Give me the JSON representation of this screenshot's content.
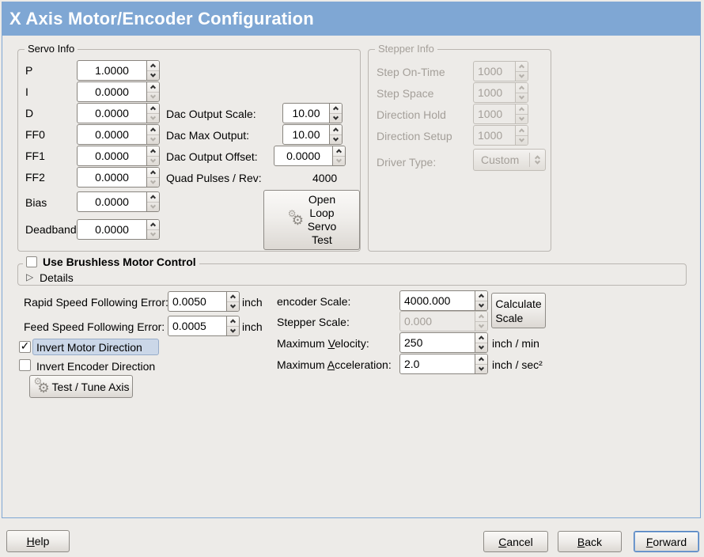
{
  "header": {
    "title": "X Axis Motor/Encoder Configuration"
  },
  "icons": {
    "expander_collapsed": "▷",
    "check": "✓",
    "gear": "⚙"
  },
  "colors": {
    "titlebar_blue": "#7FA7D4",
    "window_bg": "#EDEBE8",
    "focus_highlight_bg": "#CBD7E8",
    "disabled_text": "#A49F99"
  },
  "servo_info": {
    "frame_label": "Servo Info",
    "rows": [
      {
        "label": "P",
        "value": "1.0000"
      },
      {
        "label": "I",
        "value": "0.0000"
      },
      {
        "label": "D",
        "value": "0.0000"
      },
      {
        "label": "FF0",
        "value": "0.0000"
      },
      {
        "label": "FF1",
        "value": "0.0000"
      },
      {
        "label": "FF2",
        "value": "0.0000"
      },
      {
        "label": "Bias",
        "value": "0.0000"
      },
      {
        "label": "Deadband",
        "value": "0.0000"
      }
    ]
  },
  "dac": {
    "rows": [
      {
        "label": "Dac Output Scale:",
        "value": "10.00"
      },
      {
        "label": "Dac Max Output:",
        "value": "10.00"
      },
      {
        "label": "Dac Output Offset:",
        "value": "0.0000"
      }
    ],
    "quad_label": "Quad Pulses / Rev:",
    "quad_value": "4000",
    "open_loop_lines": {
      "l0": "Open",
      "l1": "Loop",
      "l2": "Servo",
      "l3": "Test"
    }
  },
  "stepper_info": {
    "frame_label": "Stepper Info",
    "rows": [
      {
        "label": "Step On-Time",
        "value": "1000"
      },
      {
        "label": "Step Space",
        "value": "1000"
      },
      {
        "label": "Direction Hold",
        "value": "1000"
      },
      {
        "label": "Direction Setup",
        "value": "1000"
      }
    ],
    "driver_type_label": "Driver Type:",
    "driver_type_value": "Custom"
  },
  "brushless": {
    "checkbox_label": "Use Brushless Motor Control",
    "checked": false,
    "details_label": "Details"
  },
  "following_error": {
    "rows": [
      {
        "label": "Rapid Speed Following Error:",
        "value": "0.0050",
        "unit": "inch"
      },
      {
        "label": "Feed Speed Following Error:",
        "value": "0.0005",
        "unit": "inch"
      }
    ]
  },
  "direction": {
    "invert_motor_label": "Invert Motor Direction",
    "invert_motor_checked": true,
    "invert_encoder_label": "Invert Encoder Direction",
    "invert_encoder_checked": false,
    "test_tune_label": "Test / Tune Axis"
  },
  "scale": {
    "encoder_label": "encoder Scale:",
    "encoder_value": "4000.000",
    "calculate_lines": {
      "l0": "Calculate",
      "l1": "Scale"
    },
    "stepper_label": "Stepper Scale:",
    "stepper_value": "0.000",
    "velocity": {
      "pre": "Maximum ",
      "key": "V",
      "post": "elocity:",
      "value": "250",
      "unit": "inch / min"
    },
    "acceleration": {
      "pre": "Maximum ",
      "key": "A",
      "post": "cceleration:",
      "value": "2.0",
      "unit": "inch / sec²"
    }
  },
  "footer": {
    "help": {
      "key": "H",
      "rest": "elp"
    },
    "cancel": {
      "key": "C",
      "rest": "ancel"
    },
    "back": {
      "key": "B",
      "rest": "ack"
    },
    "forward": {
      "key": "F",
      "rest": "orward"
    }
  }
}
